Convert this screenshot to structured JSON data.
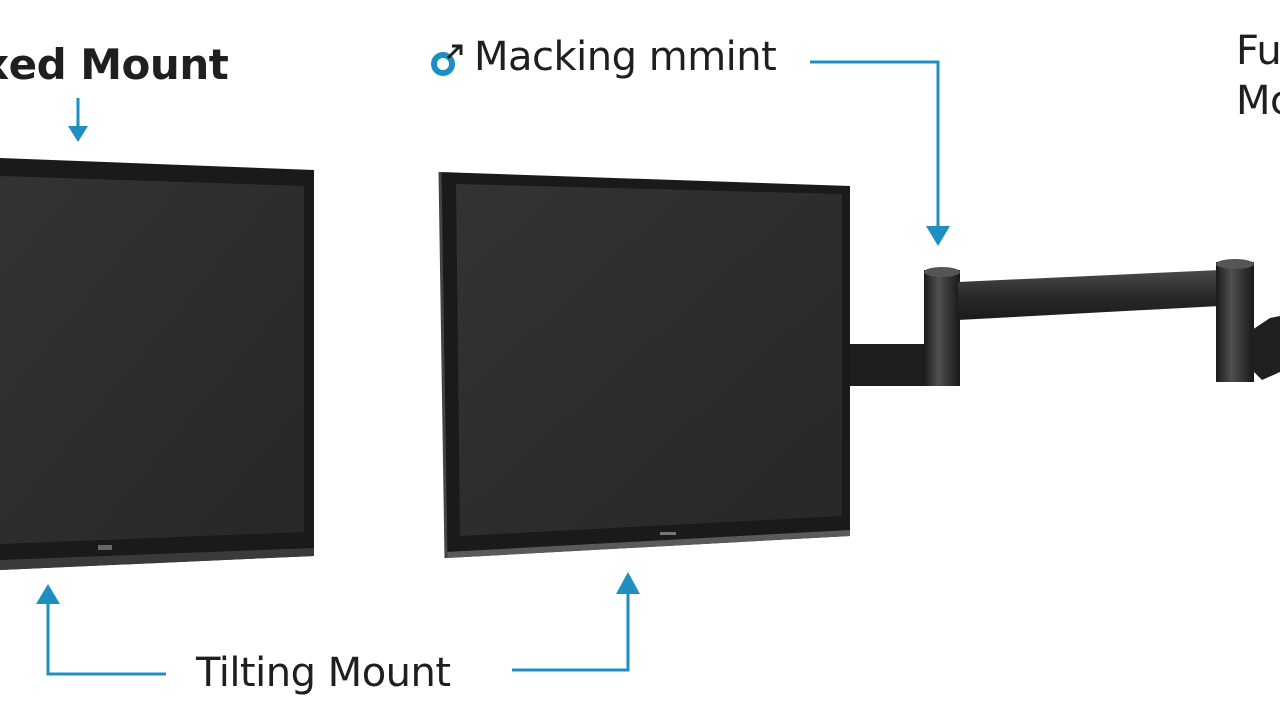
{
  "labels": {
    "fixed_mount": "xed Mount",
    "tracking_mount": "Macking mmint",
    "tilting_mount": "Tilting Mount",
    "full_motion_line1": "Fu",
    "full_motion_line2": "Mc"
  },
  "colors": {
    "arrow": "#1d8fc0",
    "text": "#1f1f1f",
    "screen": "#2b2b2b",
    "bezel": "#1a1a1a",
    "arm": "#262626"
  },
  "icons": [
    "brand-icon"
  ]
}
